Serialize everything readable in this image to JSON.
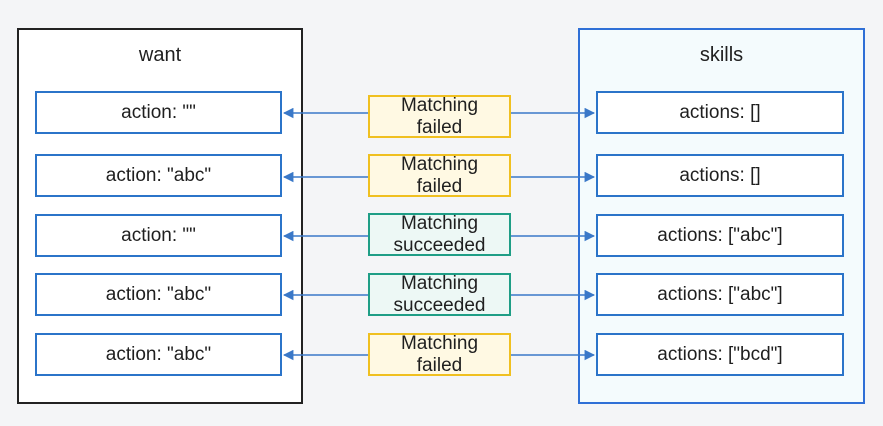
{
  "want": {
    "title": "want",
    "items": [
      "action: \"\"",
      "action: \"abc\"",
      "action: \"\"",
      "action: \"abc\"",
      "action: \"abc\""
    ]
  },
  "skills": {
    "title": "skills",
    "items": [
      "actions: []",
      "actions: []",
      "actions: [\"abc\"]",
      "actions: [\"abc\"]",
      "actions: [\"bcd\"]"
    ]
  },
  "results": [
    {
      "line1": "Matching",
      "line2": "failed",
      "status": "failed"
    },
    {
      "line1": "Matching",
      "line2": "failed",
      "status": "failed"
    },
    {
      "line1": "Matching",
      "line2": "succeeded",
      "status": "succeeded"
    },
    {
      "line1": "Matching",
      "line2": "succeeded",
      "status": "succeeded"
    },
    {
      "line1": "Matching",
      "line2": "failed",
      "status": "failed"
    }
  ],
  "colors": {
    "arrow": "#3a78c8",
    "failed_border": "#f0c020",
    "succeeded_border": "#1f9e86",
    "item_border": "#2b74c9"
  }
}
